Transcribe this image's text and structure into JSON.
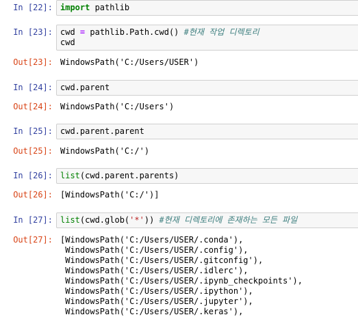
{
  "cells": [
    {
      "in_prompt": "In [22]:",
      "code": [
        [
          {
            "t": "import",
            "c": "kw"
          },
          {
            "t": " pathlib",
            "c": ""
          }
        ]
      ],
      "out_prompt": "",
      "output": []
    },
    {
      "in_prompt": "In [23]:",
      "code": [
        [
          {
            "t": "cwd ",
            "c": ""
          },
          {
            "t": "=",
            "c": "op"
          },
          {
            "t": " pathlib.Path.cwd() ",
            "c": ""
          },
          {
            "t": "#현재 작업 디렉토리",
            "c": "cm"
          }
        ],
        [
          {
            "t": "cwd",
            "c": ""
          }
        ]
      ],
      "out_prompt": "Out[23]:",
      "output": [
        "WindowsPath('C:/Users/USER')"
      ]
    },
    {
      "in_prompt": "In [24]:",
      "code": [
        [
          {
            "t": "cwd.parent",
            "c": ""
          }
        ]
      ],
      "out_prompt": "Out[24]:",
      "output": [
        "WindowsPath('C:/Users')"
      ]
    },
    {
      "in_prompt": "In [25]:",
      "code": [
        [
          {
            "t": "cwd.parent.parent",
            "c": ""
          }
        ]
      ],
      "out_prompt": "Out[25]:",
      "output": [
        "WindowsPath('C:/')"
      ]
    },
    {
      "in_prompt": "In [26]:",
      "code": [
        [
          {
            "t": "list",
            "c": "bi"
          },
          {
            "t": "(cwd.parent.parents)",
            "c": ""
          }
        ]
      ],
      "out_prompt": "Out[26]:",
      "output": [
        "[WindowsPath('C:/')]"
      ]
    },
    {
      "in_prompt": "In [27]:",
      "code": [
        [
          {
            "t": "list",
            "c": "bi"
          },
          {
            "t": "(cwd.glob(",
            "c": ""
          },
          {
            "t": "'*'",
            "c": "str"
          },
          {
            "t": ")) ",
            "c": ""
          },
          {
            "t": "#현재 디렉토리에 존재하는 모든 파일",
            "c": "cm"
          }
        ]
      ],
      "out_prompt": "Out[27]:",
      "output": [
        "[WindowsPath('C:/Users/USER/.conda'),",
        " WindowsPath('C:/Users/USER/.config'),",
        " WindowsPath('C:/Users/USER/.gitconfig'),",
        " WindowsPath('C:/Users/USER/.idlerc'),",
        " WindowsPath('C:/Users/USER/.ipynb_checkpoints'),",
        " WindowsPath('C:/Users/USER/.ipython'),",
        " WindowsPath('C:/Users/USER/.jupyter'),",
        " WindowsPath('C:/Users/USER/.keras'),"
      ]
    }
  ]
}
